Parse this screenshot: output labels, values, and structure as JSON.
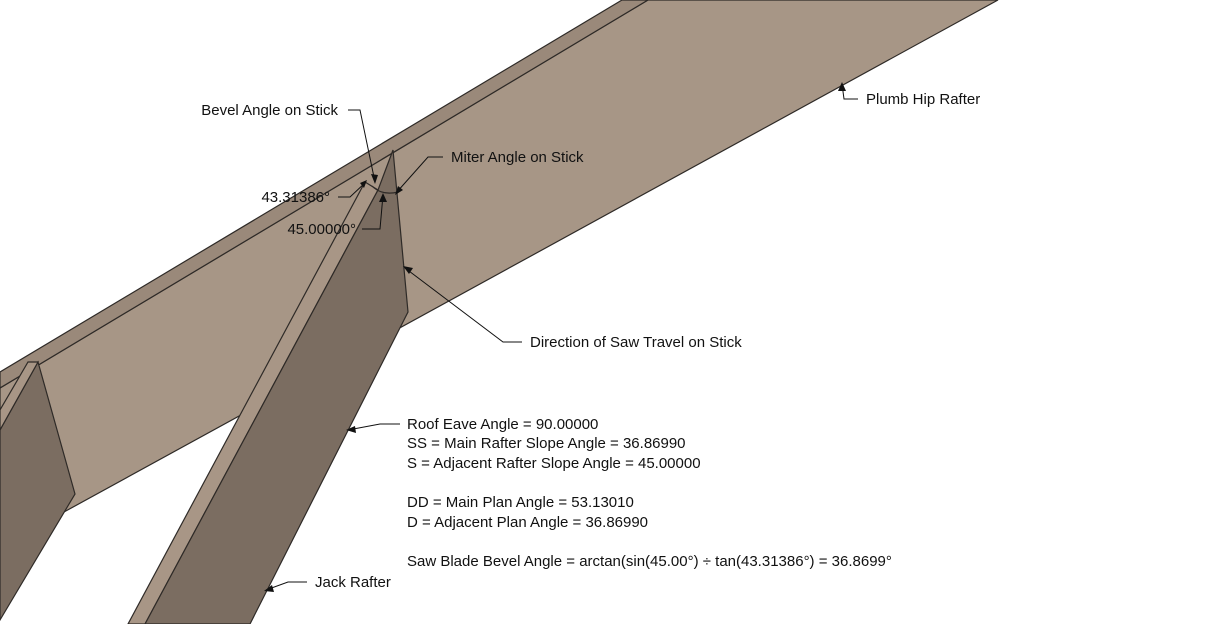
{
  "labels": {
    "bevel_angle_on_stick": "Bevel Angle on Stick",
    "miter_angle_on_stick": "Miter Angle on Stick",
    "plumb_hip_rafter": "Plumb Hip Rafter",
    "bevel_value": "43.31386°",
    "miter_value": "45.00000°",
    "direction_of_saw_travel": "Direction of Saw Travel on Stick",
    "jack_rafter": "Jack Rafter"
  },
  "formulas": {
    "roof_eave_angle": "Roof Eave Angle = 90.00000",
    "main_rafter_slope": "SS = Main Rafter Slope Angle = 36.86990",
    "adjacent_rafter_slope": "S = Adjacent Rafter Slope Angle = 45.00000",
    "main_plan_angle": "DD = Main Plan Angle = 53.13010",
    "adjacent_plan_angle": "D = Adjacent Plan Angle = 36.86990",
    "saw_blade_bevel": "Saw Blade Bevel Angle = arctan(sin(45.00°) ÷ tan(43.31386°) = 36.8699°"
  },
  "colors": {
    "hip_face": "#a79686",
    "hip_top": "#9d8c7c",
    "jack_face": "#7b6d61",
    "jack_top": "#a89686",
    "edge": "#2e2a27"
  }
}
